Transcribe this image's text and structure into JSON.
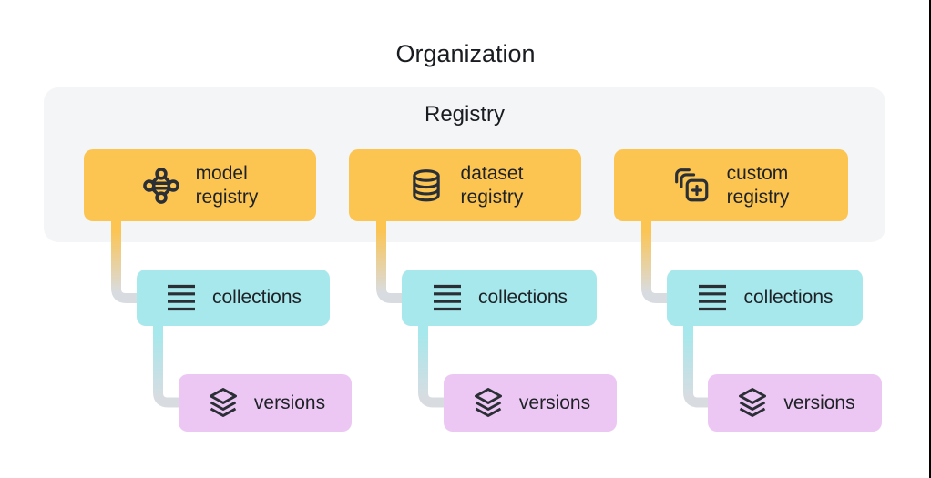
{
  "page": {
    "title": "Organization"
  },
  "registry": {
    "title": "Registry",
    "groups": [
      {
        "box": {
          "line1": "model",
          "line2": "registry",
          "icon": "model-graph-icon"
        },
        "collections": {
          "label": "collections",
          "icon": "list-lines-icon"
        },
        "versions": {
          "label": "versions",
          "icon": "layers-icon"
        }
      },
      {
        "box": {
          "line1": "dataset",
          "line2": "registry",
          "icon": "database-icon"
        },
        "collections": {
          "label": "collections",
          "icon": "list-lines-icon"
        },
        "versions": {
          "label": "versions",
          "icon": "layers-icon"
        }
      },
      {
        "box": {
          "line1": "custom",
          "line2": "registry",
          "icon": "copy-plus-icon"
        },
        "collections": {
          "label": "collections",
          "icon": "list-lines-icon"
        },
        "versions": {
          "label": "versions",
          "icon": "layers-icon"
        }
      }
    ]
  },
  "colors": {
    "registry_box": "#fcc451",
    "collections_box": "#a6e8ec",
    "versions_box": "#edc7f3",
    "panel_bg": "#f3f5f7",
    "connector_gray": "#d8dce1",
    "ink": "#2a2f36",
    "right_edge_line": "#000000"
  }
}
